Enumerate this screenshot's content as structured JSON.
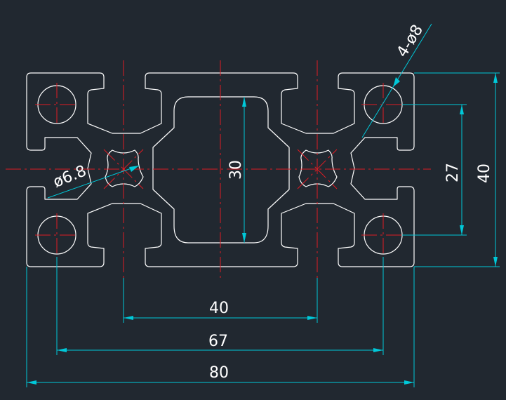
{
  "drawing": {
    "background": "#212830",
    "colors": {
      "outline": "#ffffff",
      "centerline": "#e01c24",
      "dimension": "#00c8d8"
    },
    "dimensions": {
      "width_total": "80",
      "hole_spacing": "67",
      "slot_spacing": "40",
      "height_total": "40",
      "hole_vertical_spacing": "27",
      "center_cavity": "30",
      "hole_callout": "4-ø8",
      "core_bore": "ø6.8"
    }
  }
}
